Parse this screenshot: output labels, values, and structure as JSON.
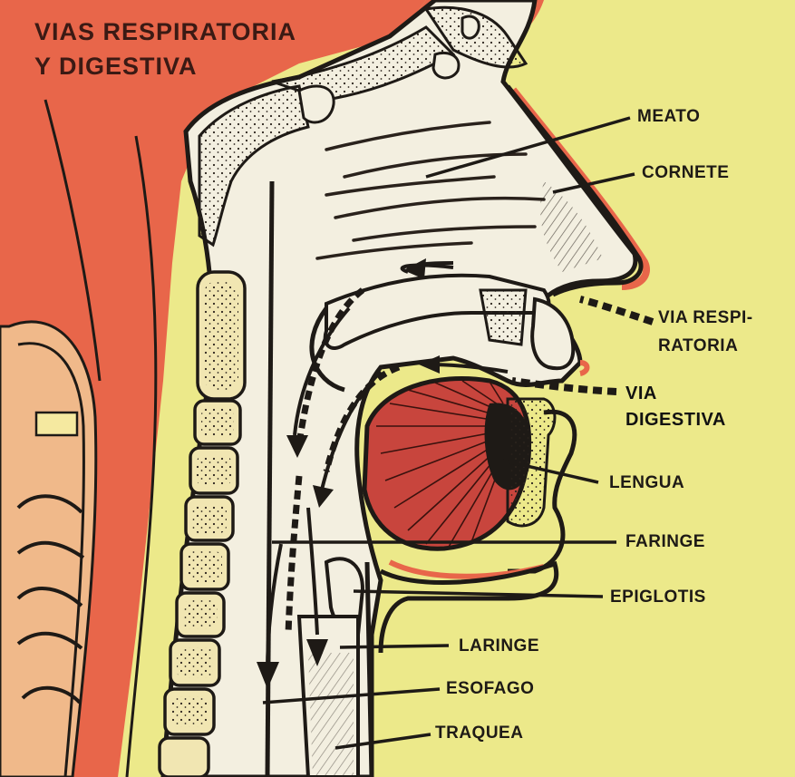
{
  "title": {
    "line1": "VIAS RESPIRATORIA",
    "line2": "Y DIGESTIVA"
  },
  "labels": {
    "meato": "MEATO",
    "cornete": "CORNETE",
    "via_respiratoria_1": "VIA RESPI-",
    "via_respiratoria_2": "RATORIA",
    "via_digestiva_1": "VIA",
    "via_digestiva_2": "DIGESTIVA",
    "lengua": "LENGUA",
    "faringe": "FARINGE",
    "epiglotis": "EPIGLOTIS",
    "laringe": "LARINGE",
    "esofago": "ESOFAGO",
    "traquea": "TRAQUEA"
  },
  "colors": {
    "background": "#ece98a",
    "flesh": "#e8664a",
    "tissue": "#f3efe0",
    "muscle": "#c8453d",
    "bone": "#f1e6b2",
    "ink": "#1e1a16"
  }
}
